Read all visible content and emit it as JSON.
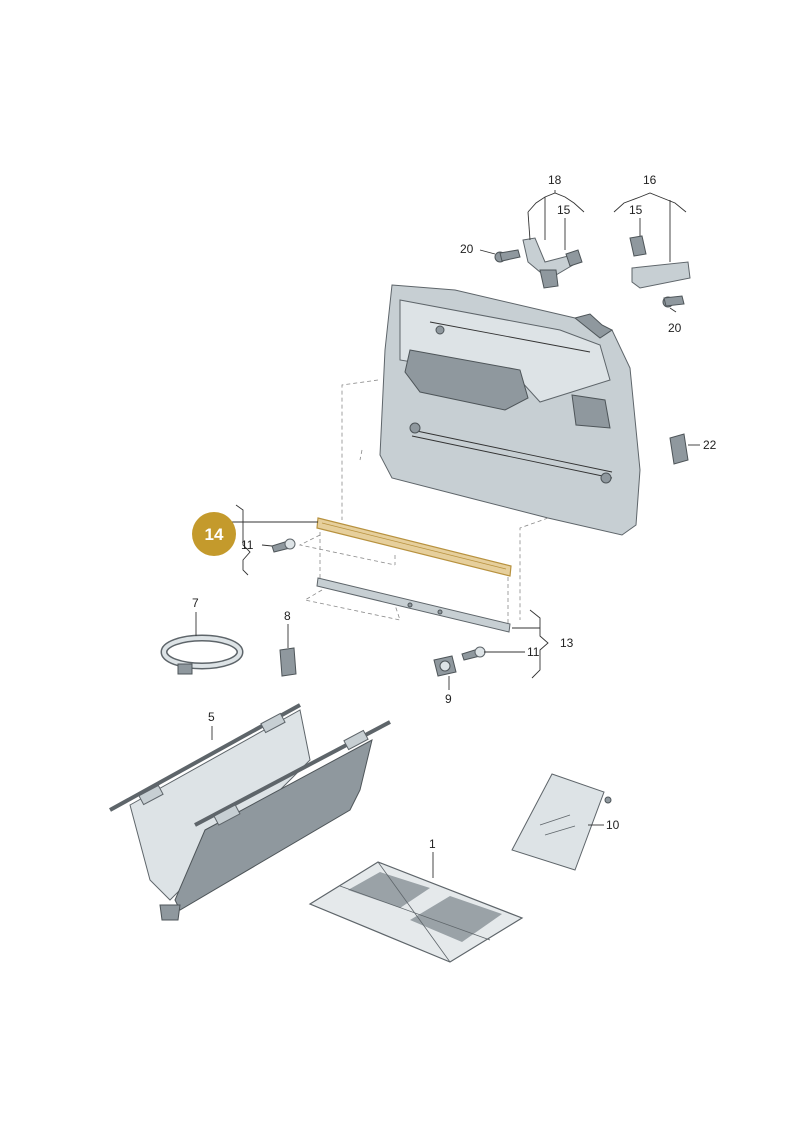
{
  "callouts": {
    "c1": "1",
    "c5": "5",
    "c7": "7",
    "c8": "8",
    "c9": "9",
    "c10": "10",
    "c11a": "11",
    "c11b": "11",
    "c13": "13",
    "c14": "14",
    "c15a": "15",
    "c15b": "15",
    "c16": "16",
    "c18": "18",
    "c20a": "20",
    "c20b": "20",
    "c22": "22"
  },
  "colors": {
    "highlight_badge": "#c49a2c",
    "highlight_part": "#e6cf9c",
    "panel": "#c7cfd3"
  }
}
